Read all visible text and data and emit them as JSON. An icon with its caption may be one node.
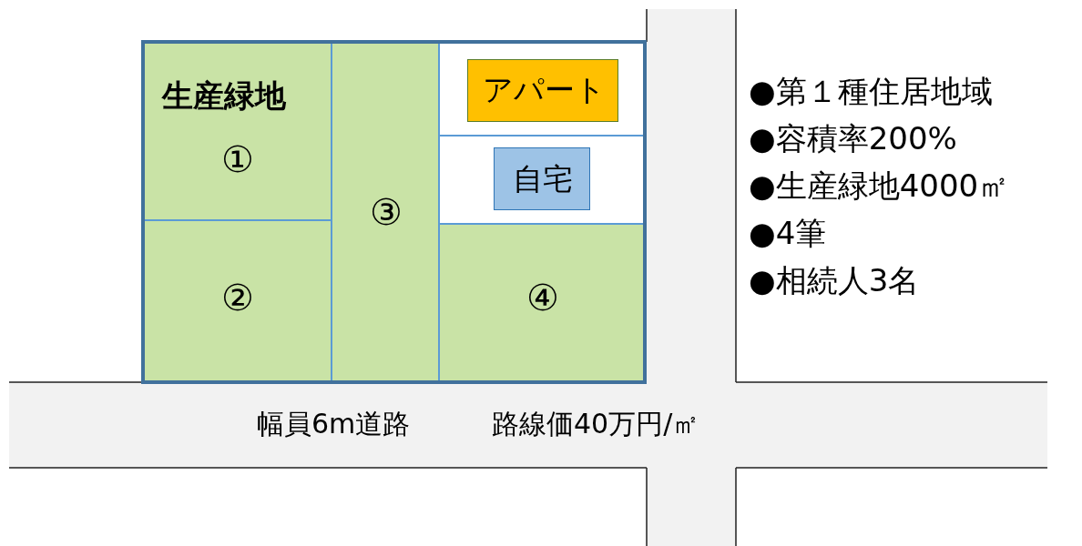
{
  "diagram": {
    "nodes": [
      {
        "text": [
          "生産緑地",
          "①"
        ]
      },
      {
        "text": [
          "②"
        ]
      },
      {
        "text": [
          "③"
        ]
      },
      {
        "text": [],
        "shape": "box"
      },
      {
        "text": [
          "アパート"
        ],
        "in": 3
      },
      {
        "text": [],
        "shape": "box"
      },
      {
        "text": [
          "自宅"
        ],
        "in": 5
      },
      {
        "text": [
          "④"
        ]
      },
      {
        "text": [
          "幅員6m道路",
          "路線価40万円/㎡"
        ]
      }
    ],
    "labels": [
      "●第１種住居地域",
      "●容積率200%",
      "●生産緑地4000㎡",
      "●4筆",
      "●相続人3名"
    ]
  }
}
